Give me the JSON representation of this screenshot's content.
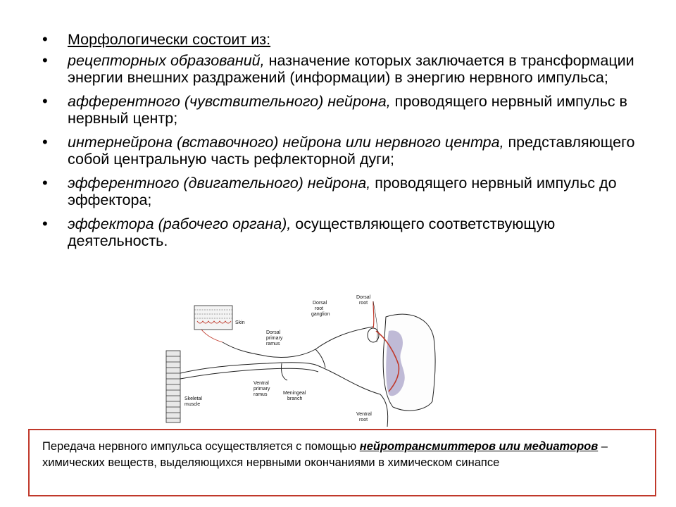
{
  "bullets": {
    "heading": "Морфологически  состоит из:",
    "items": [
      {
        "emph": "рецепторных образований,",
        "rest": " назначение которых заключается в трансформации энергии внешних раздражений (информации) в энергию нервного импульса;"
      },
      {
        "emph": "афферентного (чувствительного) нейрона,",
        "rest": " проводящего нервный импульс в нервный центр;"
      },
      {
        "emph": "интернейрона (вставочного) нейрона или нервного центра,",
        "rest": " представляющего собой центральную часть рефлекторной дуги;"
      },
      {
        "emph": "эфферентного (двигательного) нейрона,",
        "rest": " проводящего нервный импульс до эффектора;"
      },
      {
        "emph": "эффектора (рабочего органа),",
        "rest": " осуществляющего соответствующую деятельность."
      }
    ]
  },
  "diagram": {
    "labels": {
      "skin": "Skin",
      "dorsal_primary_ramus": [
        "Dorsal",
        "primary",
        "ramus"
      ],
      "dorsal_root_ganglion": [
        "Dorsal",
        "root",
        "ganglion"
      ],
      "dorsal_root": [
        "Dorsal",
        "root"
      ],
      "skeletal_muscle": [
        "Skeletal",
        "muscle"
      ],
      "ventral_primary_ramus": [
        "Ventral",
        "primary",
        "ramus"
      ],
      "meningeal_branch": [
        "Meningeal",
        "branch"
      ],
      "ventral_root": [
        "Ventral",
        "root"
      ]
    },
    "colors": {
      "sensory": "#c0392b",
      "gray_matter": "#a9a3c8"
    }
  },
  "note": {
    "before": "Передача нервного импульса осуществляется с помощью ",
    "highlight": "нейротрансмиттеров или медиаторов",
    "after": " – химических веществ, выделяющихся нервными окончаниями в химическом синапсе"
  }
}
